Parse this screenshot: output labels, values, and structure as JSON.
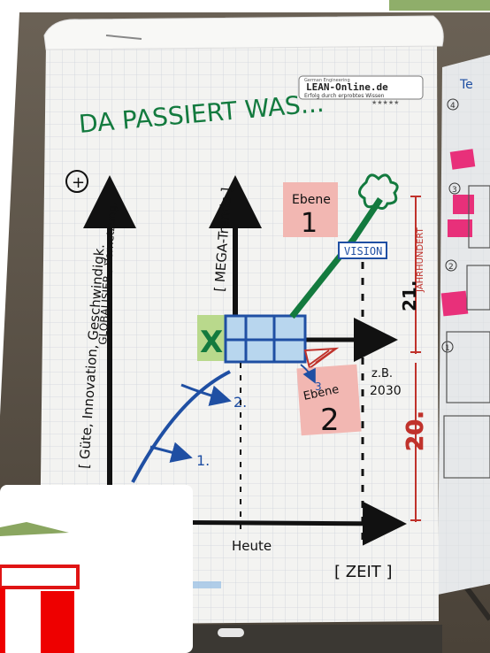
{
  "photo": {
    "background_color": "#5a5146",
    "paper_color": "#f3f3f1",
    "grid_color": "#c9ced6",
    "colors": {
      "black_marker": "#111111",
      "blue_marker": "#1f4fa3",
      "green_marker": "#137a3e",
      "red_marker": "#c0322b",
      "pink_note": "#f2b7b2",
      "green_note": "#b9d98c",
      "magenta_note": "#e8307a"
    }
  },
  "flipchart": {
    "logo": {
      "tagline_top": "German Engineering",
      "brand": "LEAN-Online.de",
      "tagline": "Erfolg durch erprobtes Wissen",
      "stars": "★★★★★"
    },
    "title": "DA PASSIERT WAS...",
    "plus_symbol": "+",
    "y_axis_label_line1": "[ Güte, Innovation, Geschwindigk.",
    "y_axis_label_line2": "GLOBALISIER., Vernetzung,",
    "mega_trends_label": "[ MEGA-Trends ]",
    "ebene1_note": {
      "line1": "Ebene",
      "line2": "1"
    },
    "ebene2_note": {
      "line1": "Ebene",
      "line2": "2"
    },
    "vision_label": "VISION",
    "x_marker": "X",
    "label_1": "1.",
    "label_2": "2.",
    "label_3": "3",
    "zb_label": "z.B.",
    "year_2030": "2030",
    "century_21_number": "21.",
    "century_21_word": "JAHRHUNDERT",
    "century_20_number": "20.",
    "heute_label": "Heute",
    "zeit_label": "[ ZEIT ]"
  },
  "right_chart": {
    "header_text": "Te",
    "circled_numbers": [
      "4",
      "3",
      "2",
      "1"
    ]
  }
}
